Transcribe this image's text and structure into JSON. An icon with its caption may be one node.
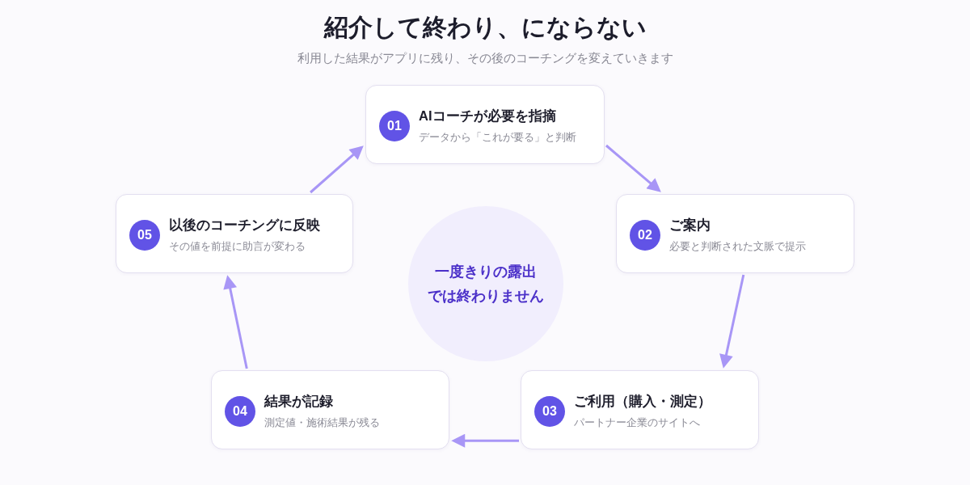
{
  "diagram": {
    "title": "紹介して終わり、にならない",
    "nodes": [
      {
        "text": [
          "01",
          "AIコーチが必要を指摘",
          "データから「これが要る」と判断"
        ]
      },
      {
        "text": [
          "02",
          "ご案内",
          "必要と判断された文脈で提示"
        ]
      },
      {
        "text": [
          "03",
          "ご利用（購入・測定）",
          "パートナー企業のサイトへ"
        ]
      },
      {
        "text": [
          "04",
          "結果が記録",
          "測定値・施術結果が残る"
        ]
      },
      {
        "text": [
          "05",
          "以後のコーチングに反映",
          "その値を前提に助言が変わる"
        ]
      },
      {
        "text": [
          "一度きりの露出では終わりません"
        ]
      }
    ],
    "edges": [
      {
        "from": 0,
        "to": 1,
        "arrow": "to"
      },
      {
        "from": 1,
        "to": 2,
        "arrow": "to"
      },
      {
        "from": 2,
        "to": 3,
        "arrow": "to"
      },
      {
        "from": 3,
        "to": 4,
        "arrow": "to"
      },
      {
        "from": 4,
        "to": 0,
        "arrow": "to"
      }
    ],
    "labels": [
      "利用した結果がアプリに残り、その後のコーチングを変えていきます"
    ]
  }
}
